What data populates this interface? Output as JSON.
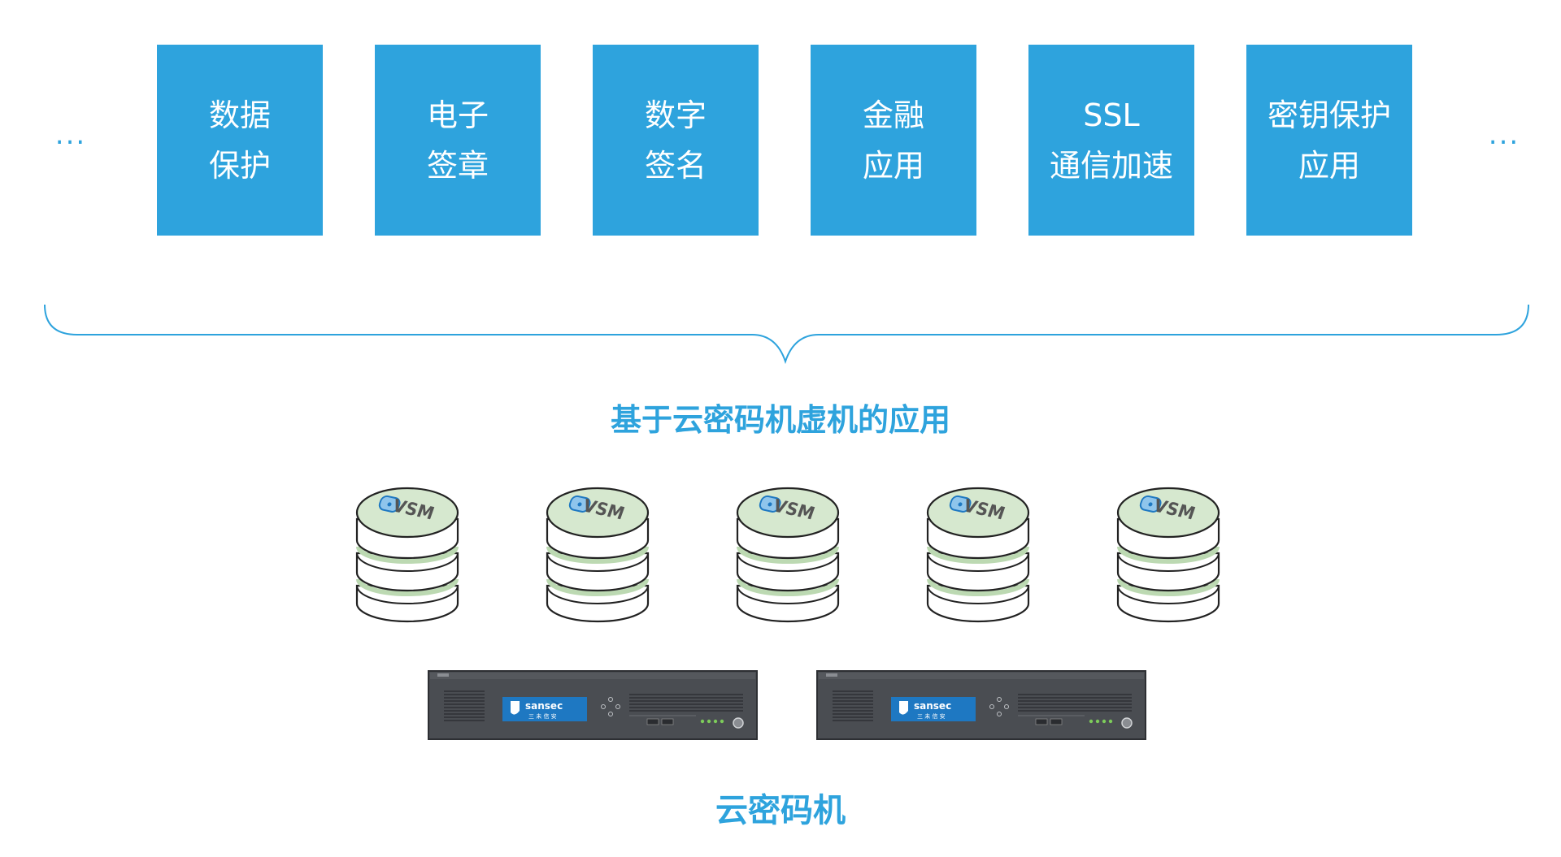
{
  "ellipsis": "...",
  "applications": [
    {
      "line1": "数据",
      "line2": "保护"
    },
    {
      "line1": "电子",
      "line2": "签章"
    },
    {
      "line1": "数字",
      "line2": "签名"
    },
    {
      "line1": "金融",
      "line2": "应用"
    },
    {
      "line1": "SSL",
      "line2": "通信加速"
    },
    {
      "line1": "密钥保护",
      "line2": "应用"
    }
  ],
  "vm_caption": "基于云密码机虚机的应用",
  "vsm_label": "VSM",
  "vsm_count": 5,
  "hsm_brand": "sansec",
  "hsm_brand_cn": "三 未 信 安",
  "hsm_count": 2,
  "device_caption": "云密码机",
  "colors": {
    "accent": "#2ea3dd",
    "box_text": "#ffffff",
    "disk_green": "#d6e8cf",
    "device_gray": "#4a4d52",
    "device_badge": "#1e78c2"
  }
}
